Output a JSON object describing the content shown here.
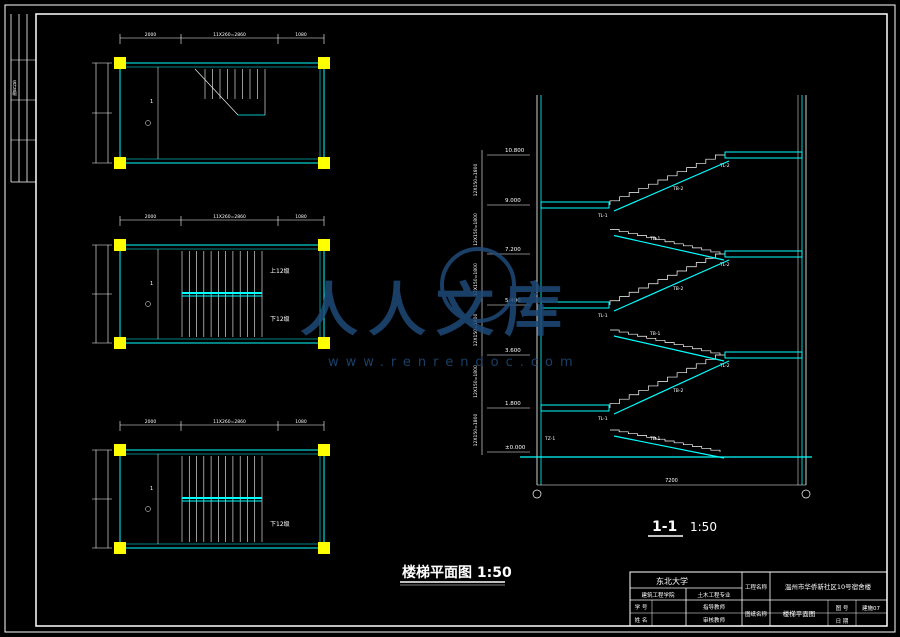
{
  "colors": {
    "background": "#000000",
    "frame": "#ffffff",
    "wall": "#00ffff",
    "column": "#ffff00",
    "dim": "#ffffff",
    "watermark": "#1f4b7a"
  },
  "plan_title": "楼梯平面图 1:50",
  "section_title": "1-1",
  "section_scale": "1:50",
  "plans": [
    {
      "dims_top": [
        "2000",
        "11X260=2860",
        "1080"
      ],
      "label_up": "",
      "label_down": ""
    },
    {
      "dims_top": [
        "2000",
        "11X260=2860",
        "1080"
      ],
      "label_up": "上12级",
      "label_down": "下12级"
    },
    {
      "dims_top": [
        "2000",
        "11X260=2860",
        "1080"
      ],
      "label_up": "",
      "label_down": "下12级"
    }
  ],
  "section": {
    "elevations": [
      "10.800",
      "9.000",
      "7.200",
      "5.400",
      "3.600",
      "1.800",
      "±0.000"
    ],
    "flight_notes": [
      "12X150=1800",
      "12X150=1800",
      "12X150=1800",
      "12X150=1800",
      "12X150=1800",
      "12X150=1800"
    ],
    "beam_tl1": "TL-1",
    "beam_tl2": "TL-2",
    "slab_tb1": "TB-1",
    "slab_tb2": "TB-2",
    "column_tz": "TZ-1",
    "bottom_dim": "7200"
  },
  "watermark": {
    "text": "人人文库",
    "url": "www.renrendoc.com"
  },
  "title_block": {
    "school": "东北大学",
    "dept": "建筑工程学院",
    "major": "土木工程专业",
    "project_label": "工程名称",
    "project_name": "温州市华侨新社区10号宿舍楼",
    "drawing_label": "图纸名称",
    "drawing_name": "楼梯平面图",
    "row_student": "学 号",
    "row_name": "姓 名",
    "student_val": "指导教师",
    "name_val": "审核教师",
    "num_label": "图 号",
    "num_val": "建施07",
    "date_label": "日 期",
    "date_val": ""
  },
  "left_strip_text": "设计说明"
}
